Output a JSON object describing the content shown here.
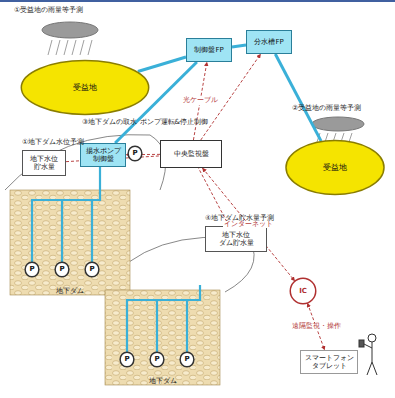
{
  "diagram": {
    "nodes": [
      {
        "text": [
          "受益地"
        ]
      },
      {
        "text": [
          "制御盤FP"
        ]
      },
      {
        "text": [
          "分水槽FP"
        ]
      },
      {
        "text": [
          "地下水位",
          "貯水量"
        ]
      },
      {
        "text": [
          "揚水ポンプ 制御盤"
        ]
      },
      {
        "text": [
          "P"
        ]
      },
      {
        "text": [
          "受益地"
        ]
      },
      {
        "text": [
          "中央監視盤"
        ]
      },
      {
        "text": [
          "地下ダム"
        ]
      },
      {
        "text": [
          "P"
        ],
        "in": 8
      },
      {
        "text": [
          "P"
        ],
        "in": 8
      },
      {
        "text": [
          "P"
        ],
        "in": 8
      },
      {
        "text": [
          "地下水位",
          "ダム貯水量"
        ]
      },
      {
        "text": [
          "IC"
        ]
      },
      {
        "text": [
          "地下ダム"
        ]
      },
      {
        "text": [
          "P"
        ],
        "in": 14
      },
      {
        "text": [
          "P"
        ],
        "in": 14
      },
      {
        "text": [
          "P"
        ],
        "in": 14
      },
      {
        "text": [
          "スマートフォン タブレット"
        ]
      }
    ],
    "edges": [
      {
        "from": 0,
        "to": 1,
        "arrow": "none"
      },
      {
        "from": 1,
        "to": 2,
        "arrow": "none"
      },
      {
        "from": 2,
        "to": 6,
        "arrow": "none"
      },
      {
        "from": 4,
        "to": 1,
        "arrow": "none"
      },
      {
        "from": 7,
        "to": 1,
        "arrow": "to",
        "label": "光ケーブル"
      },
      {
        "from": 7,
        "to": 2,
        "arrow": "to"
      },
      {
        "from": 7,
        "to": 4,
        "arrow": "to"
      },
      {
        "from": 3,
        "to": 7,
        "arrow": "none"
      },
      {
        "from": 12,
        "to": 7,
        "arrow": "none"
      },
      {
        "from": 7,
        "to": 13,
        "arrow": "both",
        "label": "インターネット"
      },
      {
        "from": 13,
        "to": 18,
        "arrow": "both",
        "label": "遠隔監視・操作"
      }
    ],
    "labels": [
      "①受益地の雨量等予測",
      "②受益地の雨量等予測",
      "①地下ダム水位予測",
      "③地下ダムの取水 ポンプ運転&停止制御",
      "④地下ダム貯水量予測"
    ]
  }
}
